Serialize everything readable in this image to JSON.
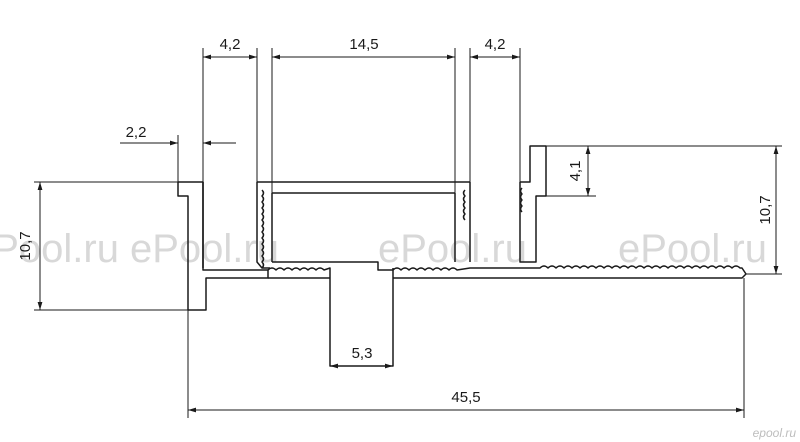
{
  "diagram": {
    "dimensions": {
      "d_width_left_slot": "4,2",
      "d_width_center": "14,5",
      "d_width_right_slot": "4,2",
      "d_left_lip": "2,2",
      "d_height_left": "10,7",
      "d_height_right": "10,7",
      "d_right_step": "4,1",
      "d_stem": "5,3",
      "d_total_width": "45,5"
    },
    "watermarks": [
      "ePool.ru",
      "ePool.ru",
      "ePool.ru",
      "ePool.ru"
    ],
    "brand": "epool.ru"
  }
}
